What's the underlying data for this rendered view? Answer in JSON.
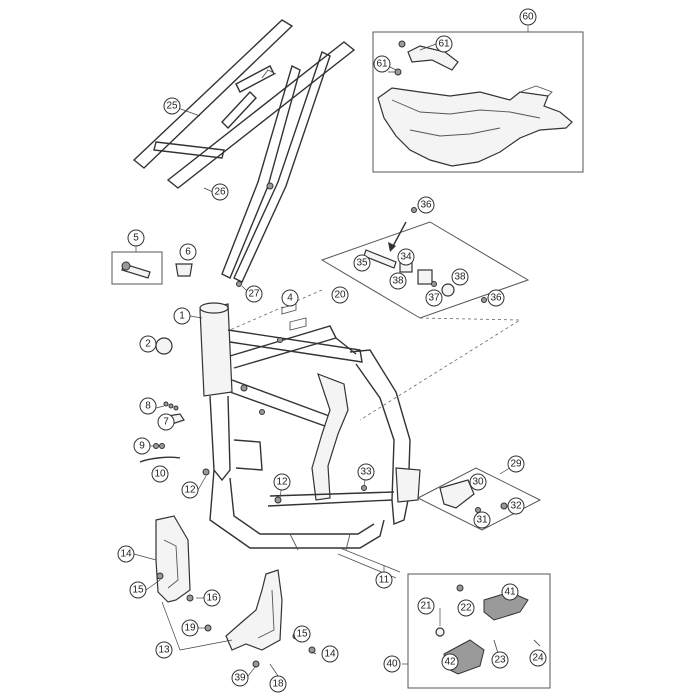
{
  "diagram": {
    "callouts": [
      "60",
      "61",
      "61",
      "25",
      "26",
      "5",
      "6",
      "27",
      "4",
      "36",
      "35",
      "34",
      "38",
      "38",
      "37",
      "36",
      "20",
      "1",
      "2",
      "8",
      "7",
      "9",
      "10",
      "12",
      "12",
      "33",
      "29",
      "30",
      "32",
      "31",
      "11",
      "14",
      "15",
      "16",
      "19",
      "13",
      "15",
      "14",
      "39",
      "18",
      "40",
      "41",
      "21",
      "22",
      "42",
      "23",
      "24"
    ]
  }
}
